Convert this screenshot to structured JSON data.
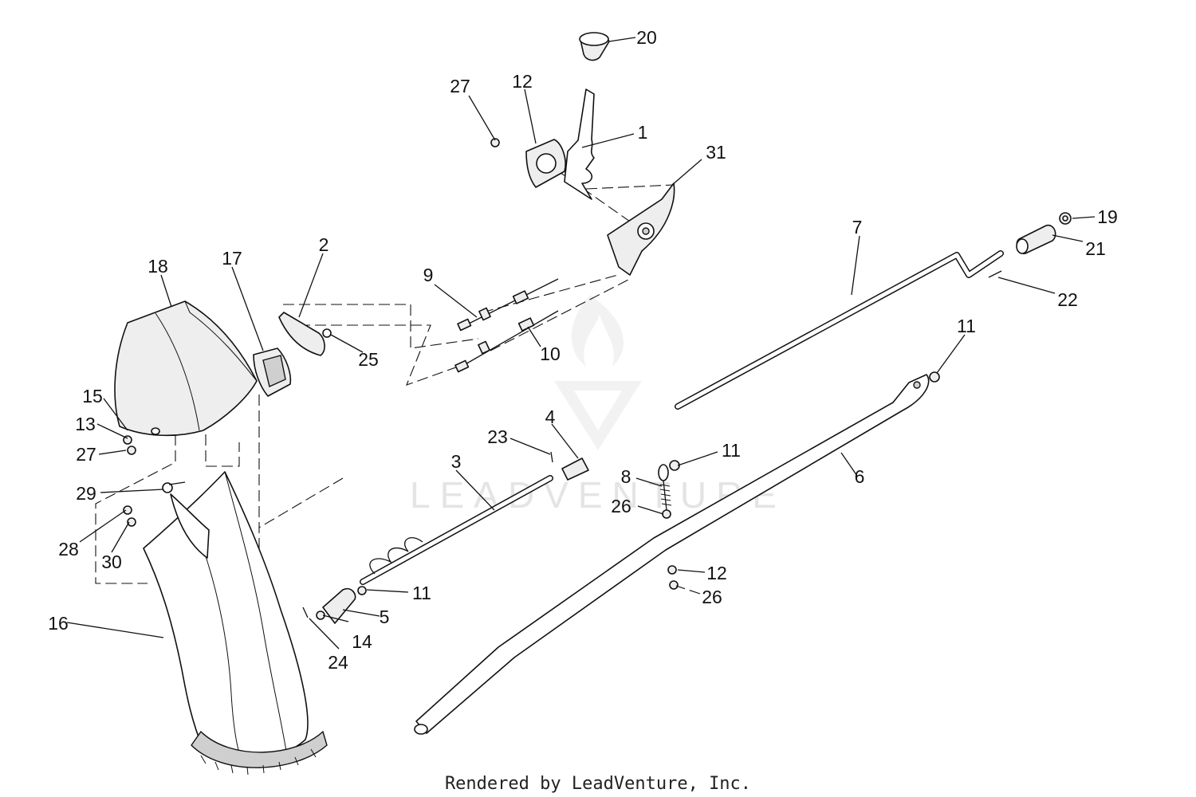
{
  "diagram": {
    "callouts": [
      {
        "n": "20"
      },
      {
        "n": "27"
      },
      {
        "n": "12"
      },
      {
        "n": "1"
      },
      {
        "n": "31"
      },
      {
        "n": "19"
      },
      {
        "n": "21"
      },
      {
        "n": "7"
      },
      {
        "n": "22"
      },
      {
        "n": "2"
      },
      {
        "n": "18"
      },
      {
        "n": "17"
      },
      {
        "n": "9"
      },
      {
        "n": "25"
      },
      {
        "n": "10"
      },
      {
        "n": "15"
      },
      {
        "n": "13"
      },
      {
        "n": "27"
      },
      {
        "n": "11"
      },
      {
        "n": "4"
      },
      {
        "n": "23"
      },
      {
        "n": "3"
      },
      {
        "n": "11"
      },
      {
        "n": "8"
      },
      {
        "n": "6"
      },
      {
        "n": "29"
      },
      {
        "n": "26"
      },
      {
        "n": "28"
      },
      {
        "n": "30"
      },
      {
        "n": "12"
      },
      {
        "n": "11"
      },
      {
        "n": "26"
      },
      {
        "n": "5"
      },
      {
        "n": "16"
      },
      {
        "n": "14"
      },
      {
        "n": "24"
      }
    ],
    "watermark": "LEADVENTURE",
    "footer": "Rendered by LeadVenture, Inc."
  }
}
